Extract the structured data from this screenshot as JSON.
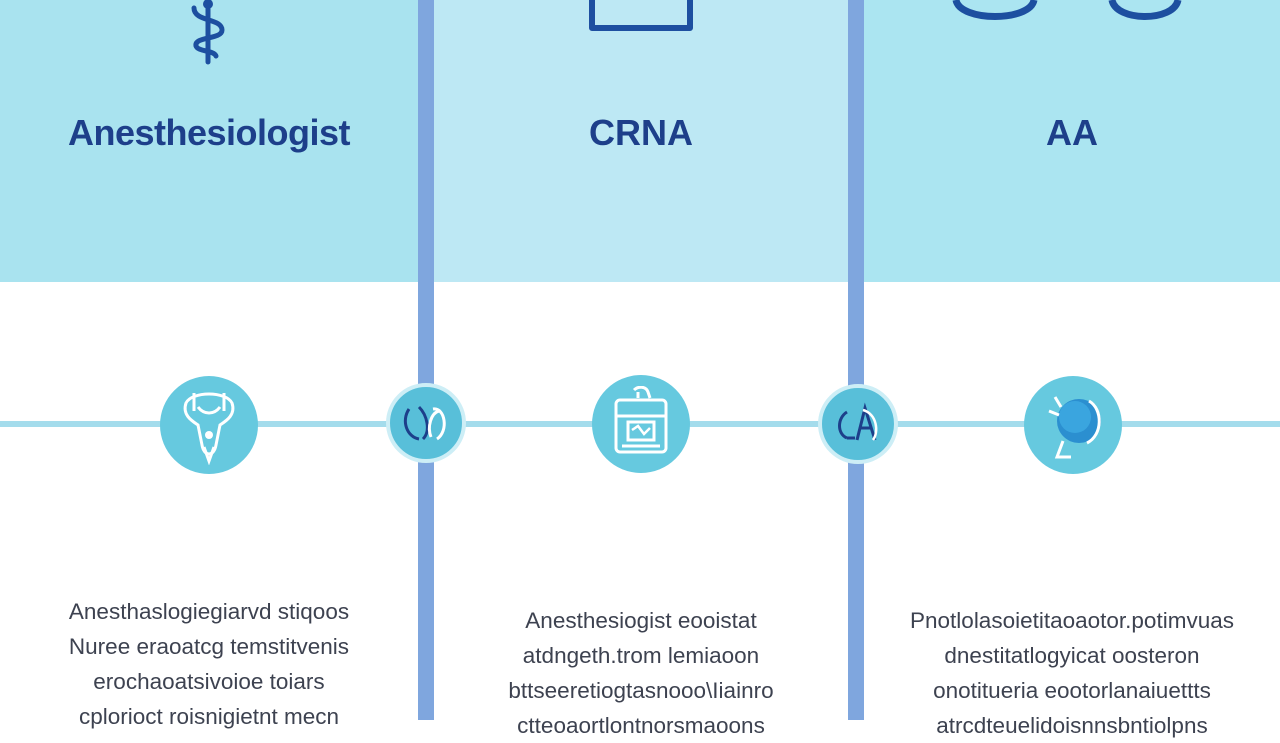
{
  "columns": [
    {
      "title": "Anesthesiologist",
      "top_icon": "caduceus-icon",
      "node_icon": "anatomy-icon",
      "description": [
        "Anesthaslogiegiarvd stiqoos",
        "Nuree eraoatcg temstitvenis",
        "erochaoatsivoioe toiars",
        "cplorioct roisnigietnt mecn"
      ]
    },
    {
      "title": "CRNA",
      "top_icon": "clipboard-icon",
      "node_icon": "monitor-icon",
      "description": [
        "Anesthesiogist eooistat",
        "atdngeth.trom lemiaoon",
        "bttseeretiogtasnooo\\Iiainro",
        "ctteoaortlontnorsmaoons"
      ]
    },
    {
      "title": "AA",
      "top_icon": "stethoscope-icon",
      "node_icon": "mask-icon",
      "description": [
        "Pnotlolasoietitaoaotor.potimvuas",
        "dnestitatlogyicat oosteron",
        "onotitueria eootorlanaiuettts",
        "atrcdteuelidoisnnsbntiolpns"
      ]
    }
  ],
  "connectors": [
    {
      "icon": "ac-connector-icon"
    },
    {
      "icon": "ca-connector-icon"
    }
  ],
  "colors": {
    "title": "#1d3f8a",
    "band": "#a9e3ef",
    "divider": "#7fa6de",
    "node": "#66c9df",
    "timeline": "#a4dcec",
    "text": "#3d4250"
  }
}
